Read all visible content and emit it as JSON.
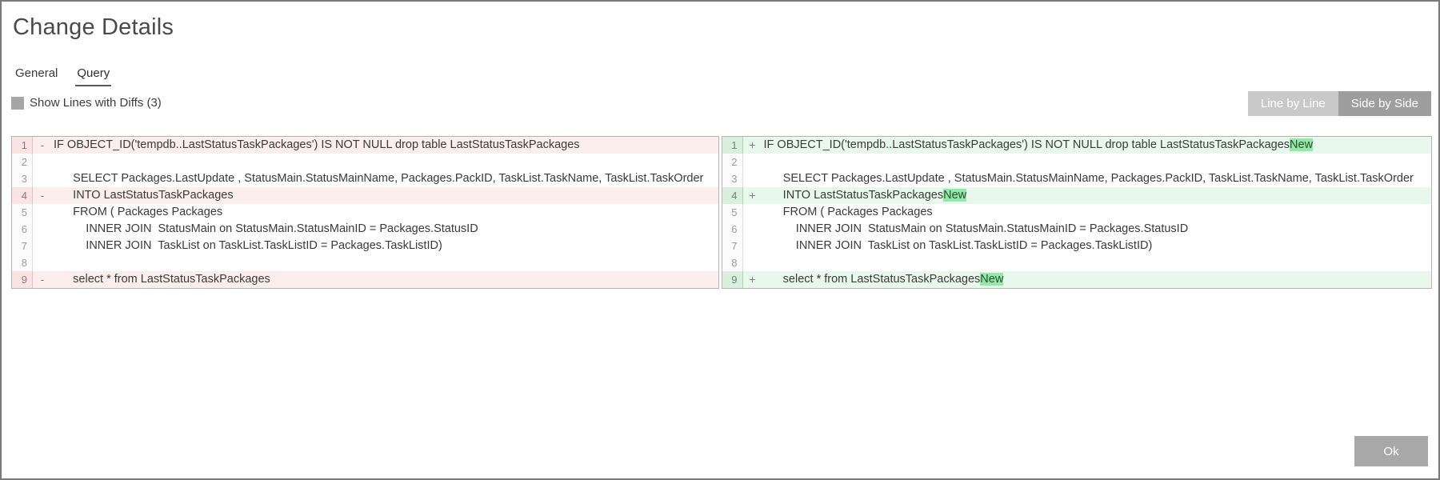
{
  "window": {
    "title": "Change Details"
  },
  "tabs": [
    {
      "label": "General",
      "active": false
    },
    {
      "label": "Query",
      "active": true
    }
  ],
  "controls": {
    "show_diffs_checkbox": {
      "label": "Show Lines with Diffs (3)",
      "checked": false
    },
    "view_modes": [
      {
        "label": "Line by Line",
        "active": false
      },
      {
        "label": "Side by Side",
        "active": true
      }
    ]
  },
  "footer": {
    "ok_label": "Ok"
  },
  "colors": {
    "deleted_row_bg": "#fdeeee",
    "added_row_bg": "#e9f8ec",
    "added_token_bg": "#92e9a8",
    "segment_active_bg": "#9e9e9e",
    "segment_inactive_bg": "#c9c9c9",
    "ok_button_bg": "#a8a8a8"
  },
  "diff": {
    "left_pane": {
      "rows": [
        {
          "num": "1",
          "marker": "-",
          "type": "del",
          "segments": [
            {
              "text": "IF OBJECT_ID('tempdb..LastStatusTaskPackages') IS NOT NULL drop table LastStatusTaskPackages",
              "hl": false
            }
          ]
        },
        {
          "num": "2",
          "marker": "",
          "type": "ctx",
          "segments": [
            {
              "text": "",
              "hl": false
            }
          ]
        },
        {
          "num": "3",
          "marker": "",
          "type": "ctx",
          "segments": [
            {
              "text": "      SELECT Packages.LastUpdate , StatusMain.StatusMainName, Packages.PackID, TaskList.TaskName, TaskList.TaskOrder",
              "hl": false
            }
          ]
        },
        {
          "num": "4",
          "marker": "-",
          "type": "del",
          "segments": [
            {
              "text": "      INTO LastStatusTaskPackages",
              "hl": false
            }
          ]
        },
        {
          "num": "5",
          "marker": "",
          "type": "ctx",
          "segments": [
            {
              "text": "      FROM ( Packages Packages",
              "hl": false
            }
          ]
        },
        {
          "num": "6",
          "marker": "",
          "type": "ctx",
          "segments": [
            {
              "text": "          INNER JOIN  StatusMain on StatusMain.StatusMainID = Packages.StatusID",
              "hl": false
            }
          ]
        },
        {
          "num": "7",
          "marker": "",
          "type": "ctx",
          "segments": [
            {
              "text": "          INNER JOIN  TaskList on TaskList.TaskListID = Packages.TaskListID)",
              "hl": false
            }
          ]
        },
        {
          "num": "8",
          "marker": "",
          "type": "ctx",
          "segments": [
            {
              "text": "",
              "hl": false
            }
          ]
        },
        {
          "num": "9",
          "marker": "-",
          "type": "del",
          "segments": [
            {
              "text": "      select * from LastStatusTaskPackages",
              "hl": false
            }
          ]
        }
      ]
    },
    "right_pane": {
      "rows": [
        {
          "num": "1",
          "marker": "+",
          "type": "add",
          "segments": [
            {
              "text": "IF OBJECT_ID('tempdb..LastStatusTaskPackages') IS NOT NULL drop table LastStatusTaskPackages",
              "hl": false
            },
            {
              "text": "New",
              "hl": true
            }
          ]
        },
        {
          "num": "2",
          "marker": "",
          "type": "ctx",
          "segments": [
            {
              "text": "",
              "hl": false
            }
          ]
        },
        {
          "num": "3",
          "marker": "",
          "type": "ctx",
          "segments": [
            {
              "text": "      SELECT Packages.LastUpdate , StatusMain.StatusMainName, Packages.PackID, TaskList.TaskName, TaskList.TaskOrder",
              "hl": false
            }
          ]
        },
        {
          "num": "4",
          "marker": "+",
          "type": "add",
          "segments": [
            {
              "text": "      INTO LastStatusTaskPackages",
              "hl": false
            },
            {
              "text": "New",
              "hl": true
            }
          ]
        },
        {
          "num": "5",
          "marker": "",
          "type": "ctx",
          "segments": [
            {
              "text": "      FROM ( Packages Packages",
              "hl": false
            }
          ]
        },
        {
          "num": "6",
          "marker": "",
          "type": "ctx",
          "segments": [
            {
              "text": "          INNER JOIN  StatusMain on StatusMain.StatusMainID = Packages.StatusID",
              "hl": false
            }
          ]
        },
        {
          "num": "7",
          "marker": "",
          "type": "ctx",
          "segments": [
            {
              "text": "          INNER JOIN  TaskList on TaskList.TaskListID = Packages.TaskListID)",
              "hl": false
            }
          ]
        },
        {
          "num": "8",
          "marker": "",
          "type": "ctx",
          "segments": [
            {
              "text": "",
              "hl": false
            }
          ]
        },
        {
          "num": "9",
          "marker": "+",
          "type": "add",
          "segments": [
            {
              "text": "      select * from LastStatusTaskPackages",
              "hl": false
            },
            {
              "text": "New",
              "hl": true
            }
          ]
        }
      ]
    }
  }
}
